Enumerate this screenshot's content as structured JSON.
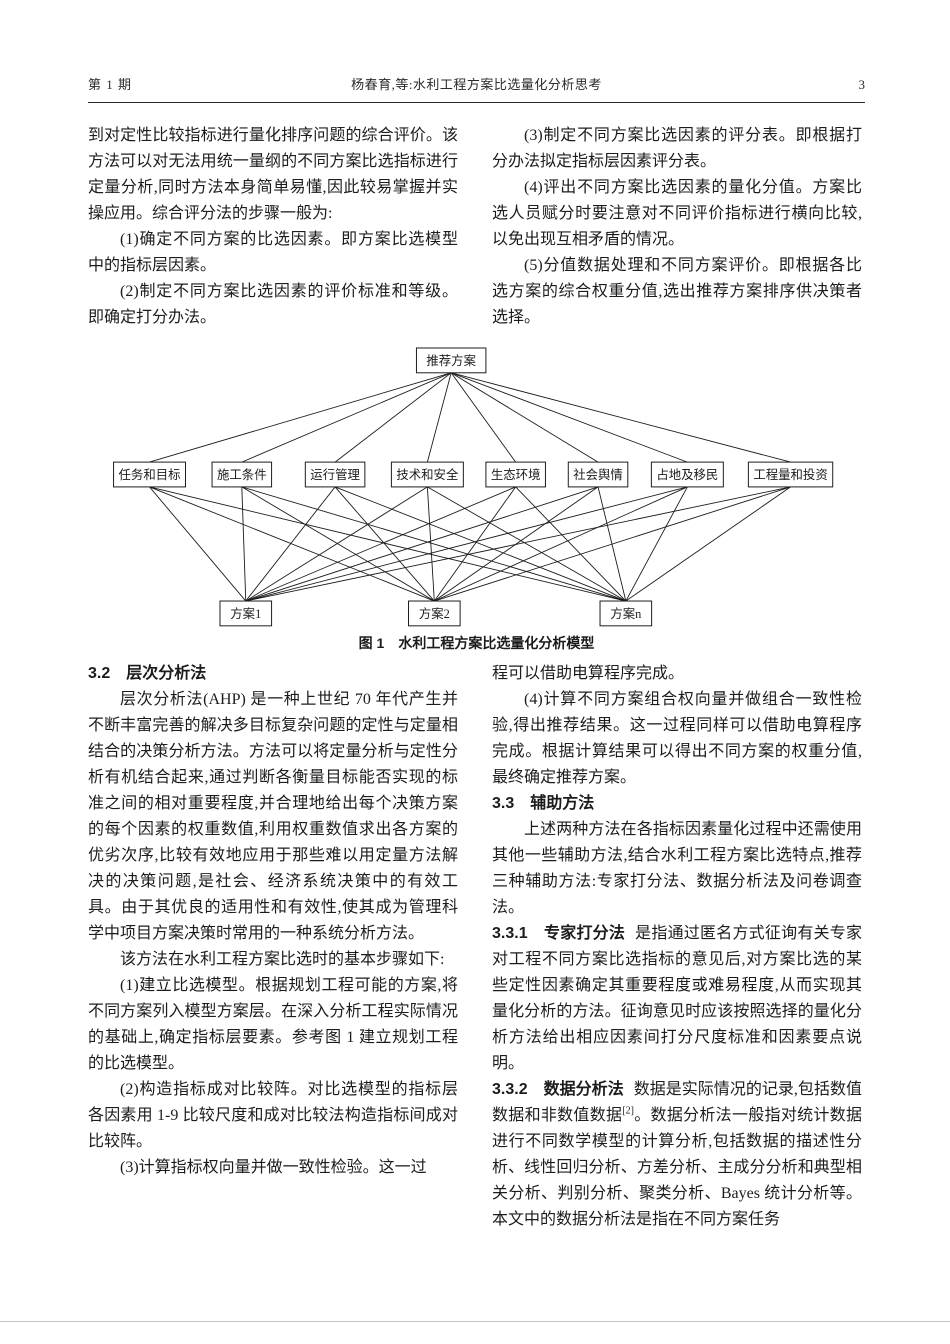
{
  "header": {
    "issue": "第 1 期",
    "running_title": "杨春育,等:水利工程方案比选量化分析思考",
    "page_number": "3"
  },
  "top_left": {
    "p1": "到对定性比较指标进行量化排序问题的综合评价。该方法可以对无法用统一量纲的不同方案比选指标进行定量分析,同时方法本身简单易懂,因此较易掌握并实操应用。综合评分法的步骤一般为:",
    "p2": "(1)确定不同方案的比选因素。即方案比选模型中的指标层因素。",
    "p3": "(2)制定不同方案比选因素的评价标准和等级。即确定打分办法。"
  },
  "top_right": {
    "p1": "(3)制定不同方案比选因素的评分表。即根据打分办法拟定指标层因素评分表。",
    "p2": "(4)评出不同方案比选因素的量化分值。方案比选人员赋分时要注意对不同评价指标进行横向比较,以免出现互相矛盾的情况。",
    "p3": "(5)分值数据处理和不同方案评价。即根据各比选方案的综合权重分值,选出推荐方案排序供决策者选择。"
  },
  "figure": {
    "caption_label": "图 1",
    "caption_text": "水利工程方案比选量化分析模型",
    "top_node": "推荐方案",
    "middle_nodes": [
      "任务和目标",
      "施工条件",
      "运行管理",
      "技术和安全",
      "生态环境",
      "社会舆情",
      "占地及移民",
      "工程量和投资"
    ],
    "bottom_nodes": [
      "方案1",
      "方案2",
      "方案n"
    ]
  },
  "bottom_left": {
    "h": "3.2　层次分析法",
    "p1": "层次分析法(AHP) 是一种上世纪 70 年代产生并不断丰富完善的解决多目标复杂问题的定性与定量相结合的决策分析方法。方法可以将定量分析与定性分析有机结合起来,通过判断各衡量目标能否实现的标准之间的相对重要程度,并合理地给出每个决策方案的每个因素的权重数值,利用权重数值求出各方案的优劣次序,比较有效地应用于那些难以用定量方法解决的决策问题,是社会、经济系统决策中的有效工具。由于其优良的适用性和有效性,使其成为管理科学中项目方案决策时常用的一种系统分析方法。",
    "p2": "该方法在水利工程方案比选时的基本步骤如下:",
    "p3": "(1)建立比选模型。根据规划工程可能的方案,将不同方案列入模型方案层。在深入分析工程实际情况的基础上,确定指标层要素。参考图 1 建立规划工程的比选模型。",
    "p4": "(2)构造指标成对比较阵。对比选模型的指标层各因素用 1-9 比较尺度和成对比较法构造指标间成对比较阵。",
    "p5": "(3)计算指标权向量并做一致性检验。这一过"
  },
  "bottom_right": {
    "p0": "程可以借助电算程序完成。",
    "p1": "(4)计算不同方案组合权向量并做组合一致性检验,得出推荐结果。这一过程同样可以借助电算程序完成。根据计算结果可以得出不同方案的权重分值,最终确定推荐方案。",
    "h": "3.3　辅助方法",
    "p2": "上述两种方法在各指标因素量化过程中还需使用其他一些辅助方法,结合水利工程方案比选特点,推荐三种辅助方法:专家打分法、数据分析法及问卷调查法。",
    "p331_lead": "3.3.1　专家打分法",
    "p331_text": "是指通过匿名方式征询有关专家对工程不同方案比选指标的意见后,对方案比选的某些定性因素确定其重要程度或难易程度,从而实现其量化分析的方法。征询意见时应该按照选择的量化分析方法给出相应因素间打分尺度标准和因素要点说明。",
    "p332_lead": "3.3.2　数据分析法",
    "p332_t1": "数据是实际情况的记录,包括数值数据和非数值数据",
    "p332_sup": "[2]",
    "p332_t2": "。数据分析法一般指对统计数据进行不同数学模型的计算分析,包括数据的描述性分析、线性回归分析、方差分析、主成分分析和典型相关分析、判别分析、聚类分析、Bayes 统计分析等。本文中的数据分析法是指在不同方案任务"
  }
}
